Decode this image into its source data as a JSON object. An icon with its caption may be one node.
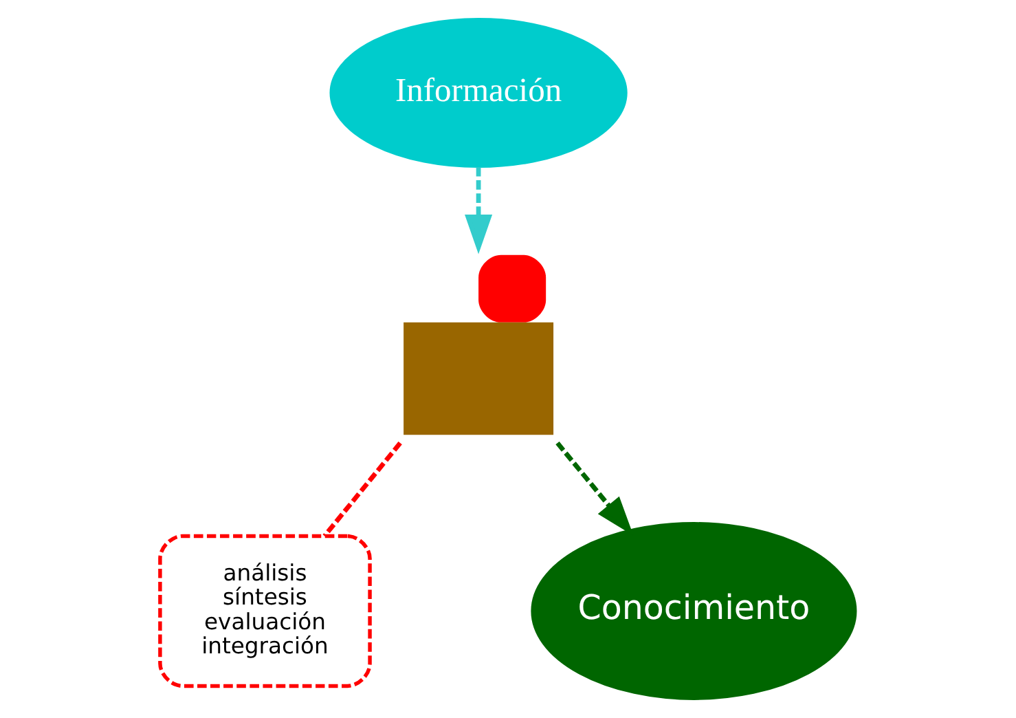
{
  "diagram": {
    "nodes": [
      {
        "text": [
          "Información"
        ]
      },
      {
        "text": [],
        "shape": "person"
      },
      {
        "text": [
          "análisis",
          "síntesis",
          "evaluación",
          "integración"
        ]
      },
      {
        "text": [
          "Conocimiento"
        ]
      }
    ],
    "edges": [
      {
        "from": 0,
        "to": 1,
        "arrow": "to",
        "style": "dashed",
        "color": "#33cccc"
      },
      {
        "from": 1,
        "to": 2,
        "arrow": "none",
        "style": "dashed",
        "color": "#ff0000"
      },
      {
        "from": 1,
        "to": 3,
        "arrow": "to",
        "style": "dashed",
        "color": "#006600"
      }
    ]
  }
}
